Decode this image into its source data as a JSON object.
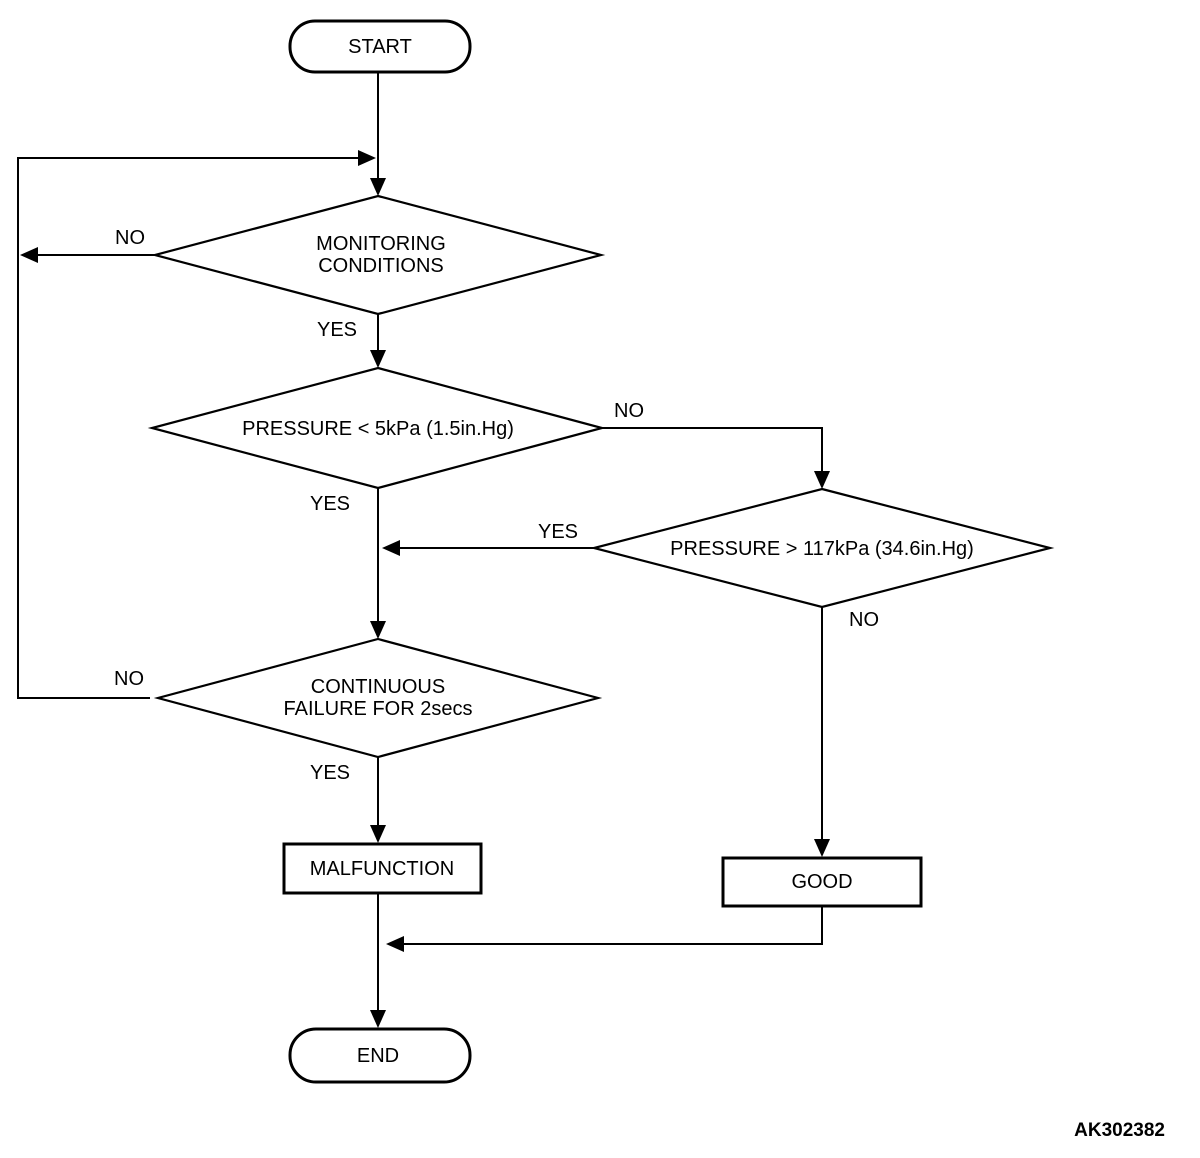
{
  "nodes": {
    "start": {
      "label": "START"
    },
    "monitoring_conditions": {
      "label_line1": "MONITORING",
      "label_line2": "CONDITIONS"
    },
    "pressure_low": {
      "label": "PRESSURE < 5kPa (1.5in.Hg)"
    },
    "pressure_high": {
      "label": "PRESSURE > 117kPa (34.6in.Hg)"
    },
    "continuous_failure": {
      "label_line1": "CONTINUOUS",
      "label_line2": "FAILURE FOR 2secs"
    },
    "malfunction": {
      "label": "MALFUNCTION"
    },
    "good": {
      "label": "GOOD"
    },
    "end": {
      "label": "END"
    }
  },
  "branches": {
    "monitoring_no": "NO",
    "monitoring_yes": "YES",
    "pressure_low_no": "NO",
    "pressure_low_yes": "YES",
    "pressure_high_yes": "YES",
    "pressure_high_no": "NO",
    "continuous_failure_no": "NO",
    "continuous_failure_yes": "YES"
  },
  "figure_code": "AK302382",
  "colors": {
    "line": "#000000",
    "background": "#ffffff",
    "text": "#000000"
  }
}
